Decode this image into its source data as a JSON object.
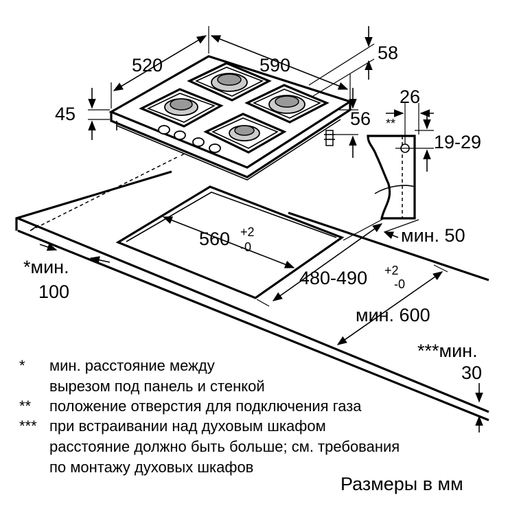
{
  "dimensions": {
    "width_590": "590",
    "depth_520": "520",
    "height_45": "45",
    "back_58": "58",
    "side_56": "56",
    "gas_26": "26",
    "gas_marker": "**",
    "gas_range": "19-29",
    "cutout_width": "560",
    "cutout_width_tol_plus": "+2",
    "cutout_width_tol_minus": "-0",
    "cutout_depth": "480-490",
    "cutout_depth_tol_plus": "+2",
    "cutout_depth_tol_minus": "-0",
    "min_50": "мин. 50",
    "min_100_label": "*мин.",
    "min_100_value": "100",
    "min_600": "мин. 600",
    "min_30_label": "***мин.",
    "min_30_value": "30"
  },
  "notes": [
    {
      "marker": "*",
      "lines": [
        "мин. расстояние между",
        "вырезом под панель и стенкой"
      ]
    },
    {
      "marker": "**",
      "lines": [
        "положение отверстия для подключения газа"
      ]
    },
    {
      "marker": "***",
      "lines": [
        "при встраивании над духовым шкафом",
        "расстояние должно быть больше; см. требования",
        "по монтажу духовых шкафов"
      ]
    }
  ],
  "units_caption": "Размеры в мм"
}
